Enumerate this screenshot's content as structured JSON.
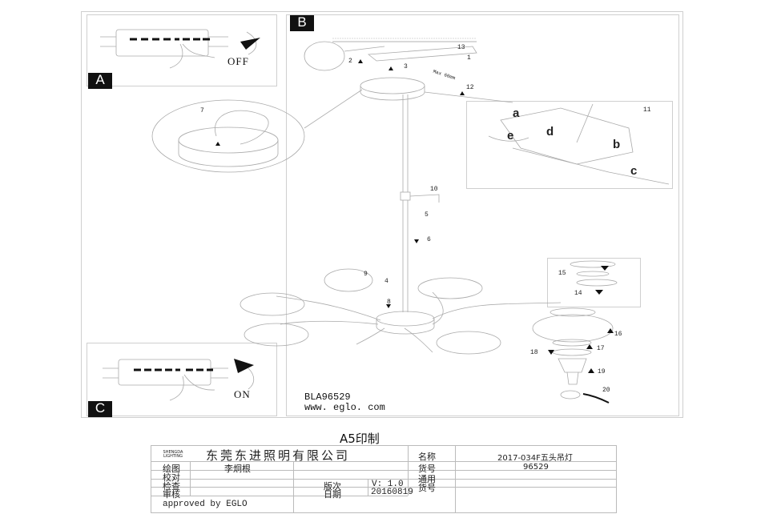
{
  "panels": {
    "A": {
      "label": "A",
      "switch_state": "OFF"
    },
    "B": {
      "label": "B"
    },
    "C": {
      "label": "C",
      "switch_state": "ON"
    }
  },
  "callouts": {
    "mount": [
      "13",
      "1",
      "2",
      "3",
      "12"
    ],
    "max_text": "Max 60mm",
    "detail_11": "11",
    "terminal_letters": [
      "a",
      "b",
      "c",
      "d",
      "e"
    ],
    "body": [
      "7",
      "10",
      "5",
      "6",
      "9",
      "4",
      "8"
    ],
    "shade": [
      "15",
      "14",
      "16",
      "17",
      "18",
      "19",
      "20"
    ]
  },
  "model": {
    "code": "BLA96529",
    "website": "www. eglo. com"
  },
  "print_note": "A5印制",
  "title_block": {
    "logo_text": "SHENGDA LIGHTING",
    "company": "东莞东进照明有限公司",
    "rows": [
      {
        "label": "绘图",
        "value": "李炯根"
      },
      {
        "label": "校对",
        "value": ""
      },
      {
        "label": "检查",
        "value": ""
      },
      {
        "label": "审核",
        "value": ""
      }
    ],
    "version_label": "版次",
    "version_value": "V: 1.0",
    "date_label": "日期",
    "date_value": "20160819",
    "name_label": "名称",
    "name_value": "2017-034F五头吊灯",
    "item_label": "货号",
    "item_value": "96529",
    "general_item_label": "通用货号",
    "general_item_value": "",
    "approved": "approved by EGLO"
  }
}
